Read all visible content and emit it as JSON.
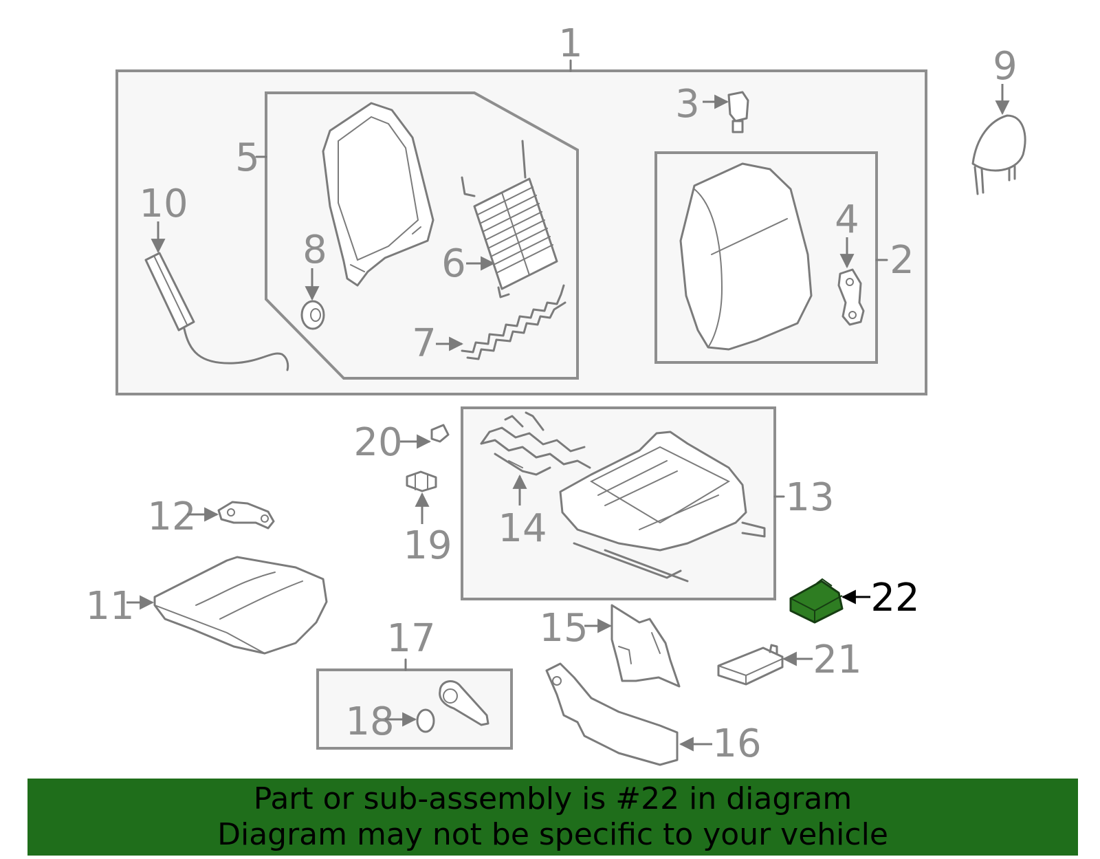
{
  "callouts": {
    "c1": "1",
    "c2": "2",
    "c3": "3",
    "c4": "4",
    "c5": "5",
    "c6": "6",
    "c7": "7",
    "c8": "8",
    "c9": "9",
    "c10": "10",
    "c11": "11",
    "c12": "12",
    "c13": "13",
    "c14": "14",
    "c15": "15",
    "c16": "16",
    "c17": "17",
    "c18": "18",
    "c19": "19",
    "c20": "20",
    "c21": "21",
    "c22": "22"
  },
  "highlight": {
    "part_number": "22",
    "color": "#2e7d22"
  },
  "banner": {
    "line1": "Part or sub-assembly is #22 in diagram",
    "line2": "Diagram may not be specific to your vehicle",
    "background": "#1f6e1b"
  }
}
